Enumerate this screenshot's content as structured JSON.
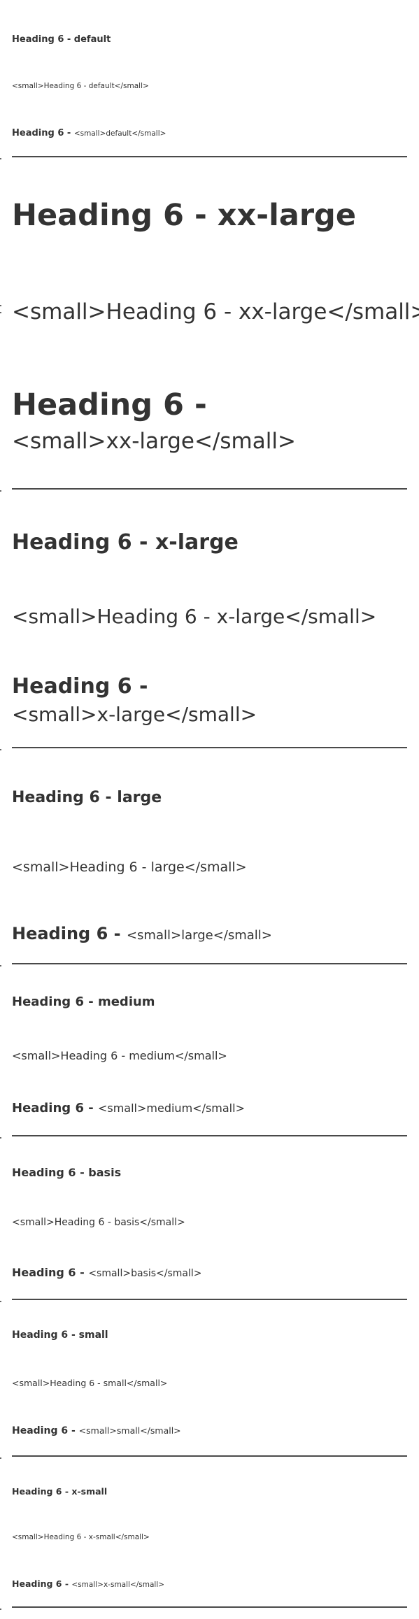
{
  "sections": [
    {
      "size": "default",
      "plain": "Heading 6 - default",
      "small_whole": "<small>Heading 6 - default</small>",
      "mixed_prefix": "Heading 6 - ",
      "mixed_small": "<small>default</small>"
    },
    {
      "size": "xx-large",
      "plain": "Heading 6 - xx-large",
      "small_whole": "<small>Heading 6 - xx-large</small>",
      "mixed_prefix": "Heading 6 - ",
      "mixed_small": "<small>xx-large</small>"
    },
    {
      "size": "x-large",
      "plain": "Heading 6 - x-large",
      "small_whole": "<small>Heading 6 - x-large</small>",
      "mixed_prefix": "Heading 6 - ",
      "mixed_small": "<small>x-large</small>"
    },
    {
      "size": "large",
      "plain": "Heading 6 - large",
      "small_whole": "<small>Heading 6 - large</small>",
      "mixed_prefix": "Heading 6 - ",
      "mixed_small": "<small>large</small>"
    },
    {
      "size": "medium",
      "plain": "Heading 6 - medium",
      "small_whole": "<small>Heading 6 - medium</small>",
      "mixed_prefix": "Heading 6 - ",
      "mixed_small": "<small>medium</small>"
    },
    {
      "size": "basis",
      "plain": "Heading 6 - basis",
      "small_whole": "<small>Heading 6 - basis</small>",
      "mixed_prefix": "Heading 6 - ",
      "mixed_small": "<small>basis</small>"
    },
    {
      "size": "small",
      "plain": "Heading 6 - small",
      "small_whole": "<small>Heading 6 - small</small>",
      "mixed_prefix": "Heading 6 - ",
      "mixed_small": "<small>small</small>"
    },
    {
      "size": "x-small",
      "plain": "Heading 6 - x-small",
      "small_whole": "<small>Heading 6 - x-small</small>",
      "mixed_prefix": "Heading 6 - ",
      "mixed_small": "<small>x-small</small>"
    }
  ],
  "colors": {
    "text": "#333333",
    "separator": "#4a4a4a",
    "background": "#ffffff"
  }
}
